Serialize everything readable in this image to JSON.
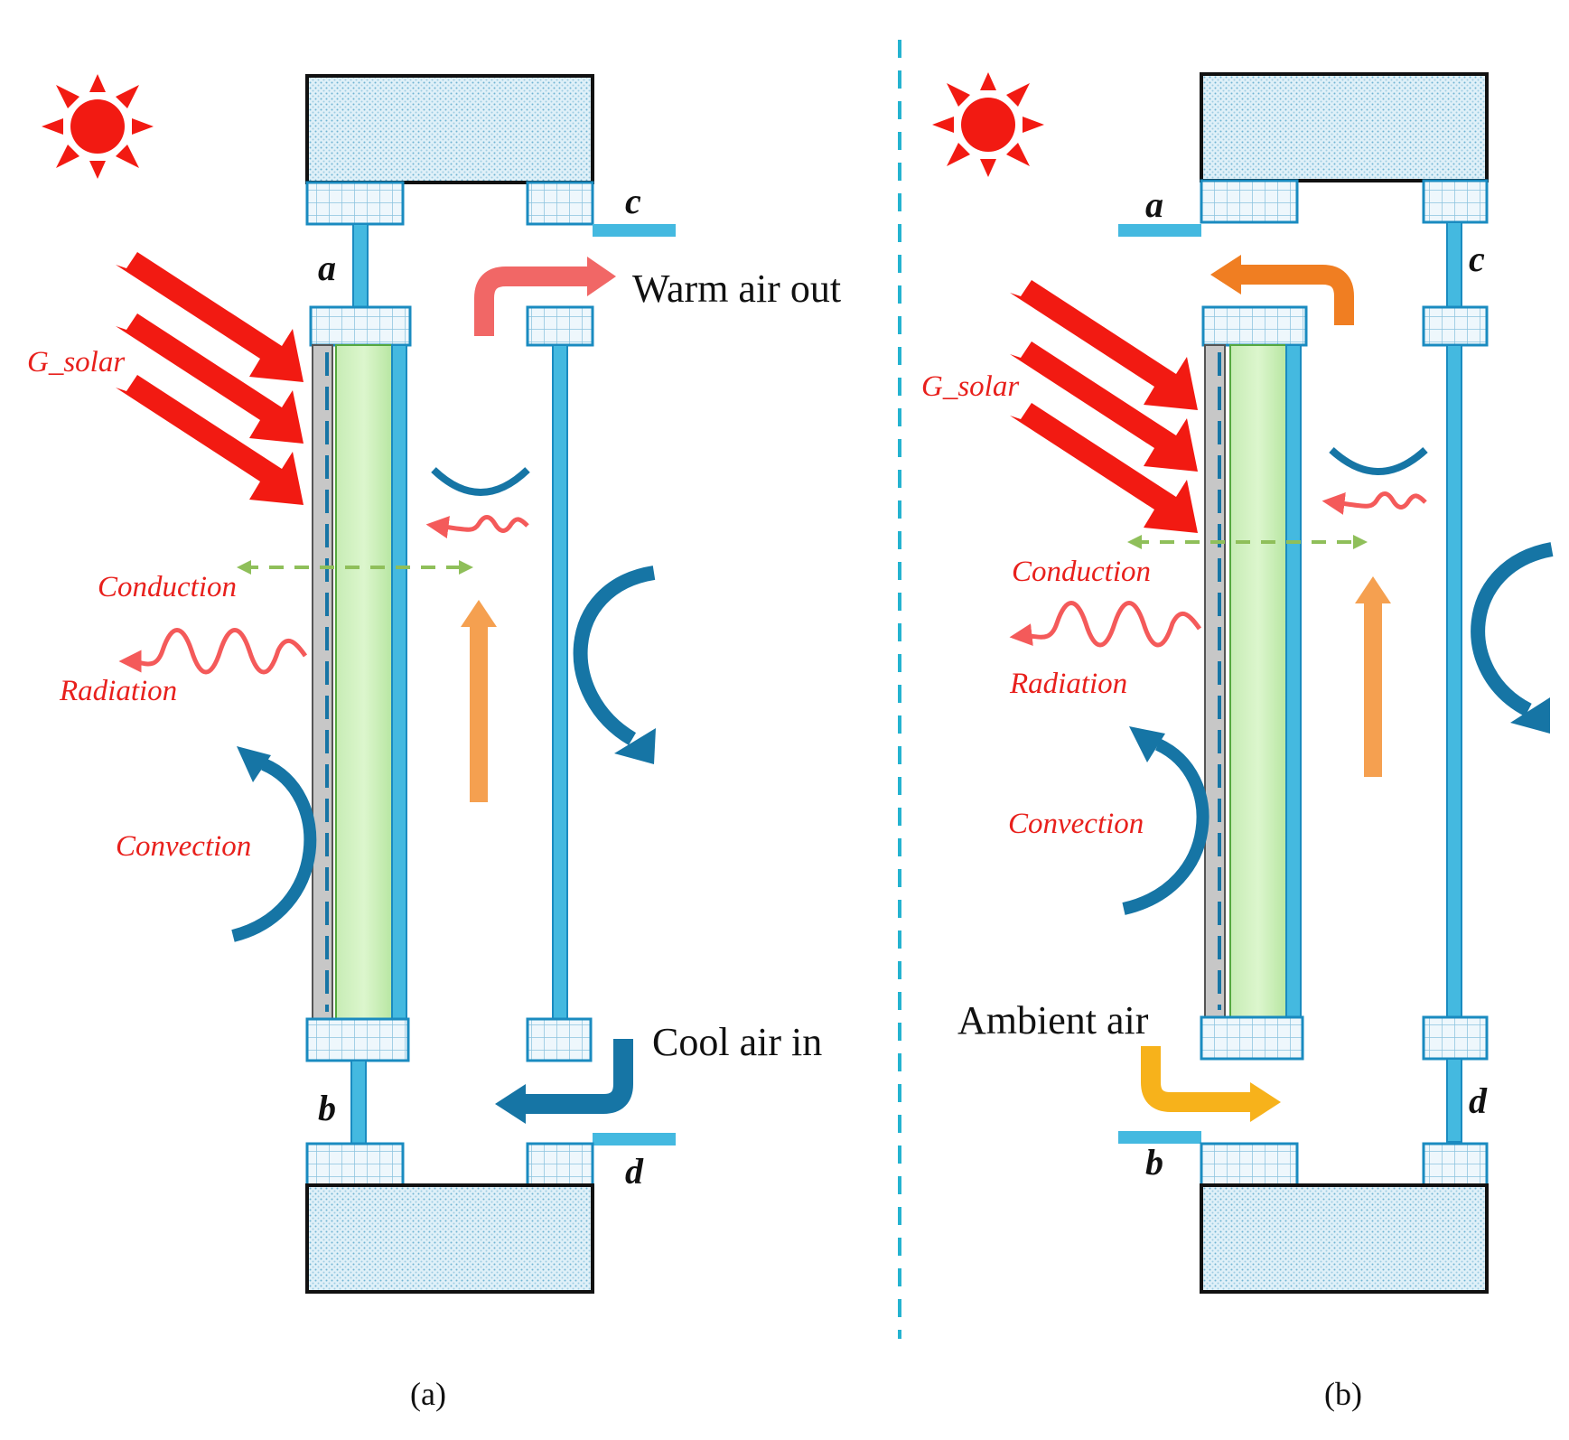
{
  "colors": {
    "solar_red": "#f21a12",
    "radiation_red": "#f45a5a",
    "conduction_green": "#8fbf5a",
    "glass_blue": "#44b9e0",
    "convection_blue": "#1675a5",
    "upflow_orange": "#f5a050",
    "out_arrow_orange": "#f07e22",
    "ambient_yellow": "#f7b21b",
    "warm_arrow_red": "#f16766",
    "divider": "#25b3d0"
  },
  "icons": [
    "sun-icon",
    "solar-ray-arrow",
    "convection-arc-arrow",
    "radiation-wave-arrow",
    "conduction-dashed-arrow"
  ],
  "panels": [
    {
      "id": "a",
      "caption": "(a)",
      "labels": {
        "g_solar": "G_solar",
        "conduction": "Conduction",
        "radiation": "Radiation",
        "convection": "Convection",
        "flow_top": "Warm air out",
        "flow_bottom": "Cool air in",
        "vent_a": "a",
        "vent_b": "b",
        "vent_c": "c",
        "vent_d": "d"
      }
    },
    {
      "id": "b",
      "caption": "(b)",
      "labels": {
        "g_solar": "G_solar",
        "conduction": "Conduction",
        "radiation": "Radiation",
        "convection": "Convection",
        "flow_bottom": "Ambient air",
        "vent_a": "a",
        "vent_b": "b",
        "vent_c": "c",
        "vent_d": "d"
      }
    }
  ]
}
